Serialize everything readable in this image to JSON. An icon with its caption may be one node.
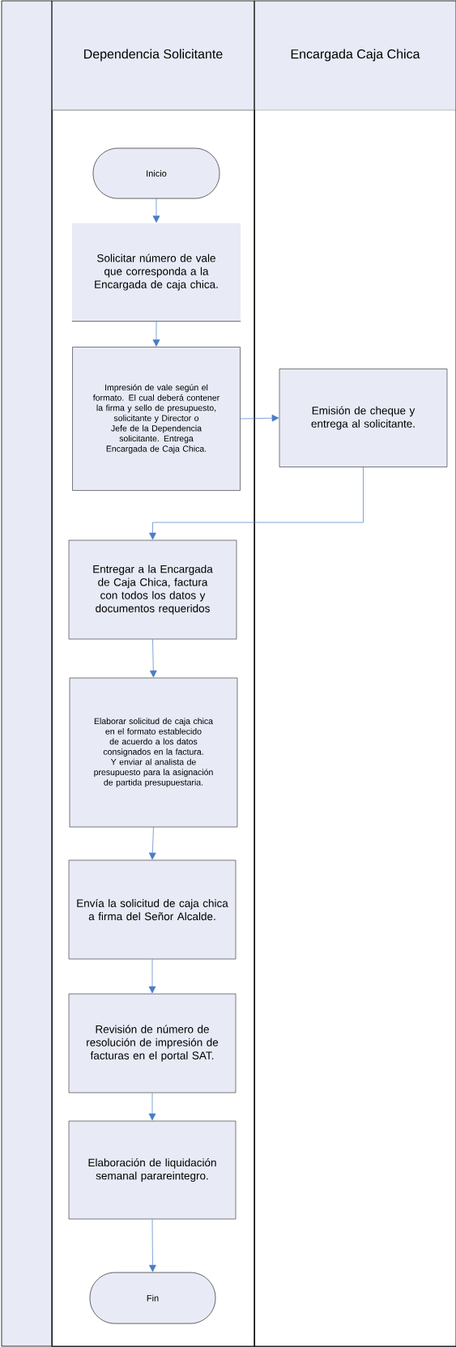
{
  "diagram": {
    "nodes": [
      {
        "text": [
          "Dependencia Solicitante"
        ]
      },
      {
        "text": [
          "Encargada Caja Chica"
        ]
      },
      {
        "text": [
          "Inicio"
        ],
        "in": 0
      },
      {
        "text": [
          "Solicitar número de vale que corresponda a la Encargada de caja chica."
        ],
        "in": 0
      },
      {
        "text": [
          "Impresión de vale según el formato. El cual deberá contener la firma y sello de presupuesto, solicitante y Director o Jefe de la Dependencia solicitante. Entrega Encargada de Caja Chica."
        ],
        "in": 0
      },
      {
        "text": [
          "Emisión de cheque y entrega al solicitante."
        ],
        "in": 1
      },
      {
        "text": [
          "Entregar a la Encargada de Caja Chica, factura con todos los datos y documentos requeridos"
        ],
        "in": 0
      },
      {
        "text": [
          "Elaborar solicitud de caja chica en el formato establecido de acuerdo a los datos consignados en la factura. Y enviar al analista de presupuesto para la asignación de partida presupuestaria."
        ],
        "in": 0
      },
      {
        "text": [
          "Envía la solicitud de caja chica a firma del Señor Alcalde."
        ],
        "in": 0
      },
      {
        "text": [
          "Revisión de número de resolución de impresión de facturas en el portal SAT."
        ],
        "in": 0
      },
      {
        "text": [
          "Elaboración de liquidación semanal parareintegro."
        ],
        "in": 0
      },
      {
        "text": [
          "Fin"
        ],
        "in": 0
      }
    ],
    "edges": [
      {
        "from": 2,
        "to": 3,
        "arrow": "to"
      },
      {
        "from": 3,
        "to": 4,
        "arrow": "to"
      },
      {
        "from": 4,
        "to": 5,
        "arrow": "to"
      },
      {
        "from": 5,
        "to": 6,
        "arrow": "to"
      },
      {
        "from": 6,
        "to": 7,
        "arrow": "to"
      },
      {
        "from": 7,
        "to": 8,
        "arrow": "to"
      },
      {
        "from": 8,
        "to": 9,
        "arrow": "to"
      },
      {
        "from": 9,
        "to": 10,
        "arrow": "to"
      },
      {
        "from": 10,
        "to": 11,
        "arrow": "to"
      }
    ]
  }
}
